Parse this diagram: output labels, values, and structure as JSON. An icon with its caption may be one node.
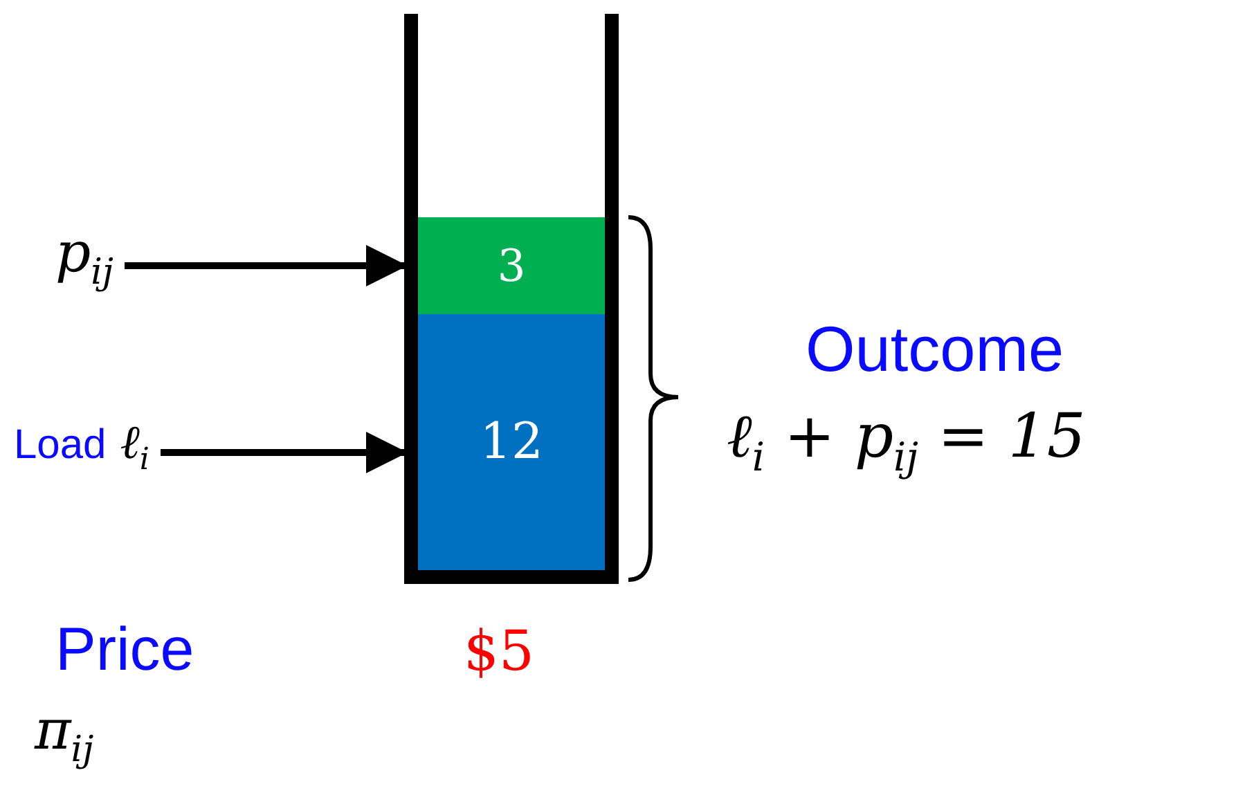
{
  "diagram": {
    "nodes": [
      {
        "text": [
          "p$_{ij}$"
        ]
      },
      {
        "text": [
          "3"
        ]
      },
      {
        "text": [
          "Load",
          "ℓ$_{i}$"
        ]
      },
      {
        "text": [
          "12"
        ]
      }
    ],
    "edges": [
      {
        "from": 0,
        "to": 1,
        "arrow": "to"
      },
      {
        "from": 2,
        "to": 3,
        "arrow": "to"
      }
    ],
    "labels": [
      "Outcome",
      "ℓ$_{i}$ + p$_{ij}$ = 15",
      "Price",
      "$5",
      "π$_{ij}$"
    ]
  }
}
